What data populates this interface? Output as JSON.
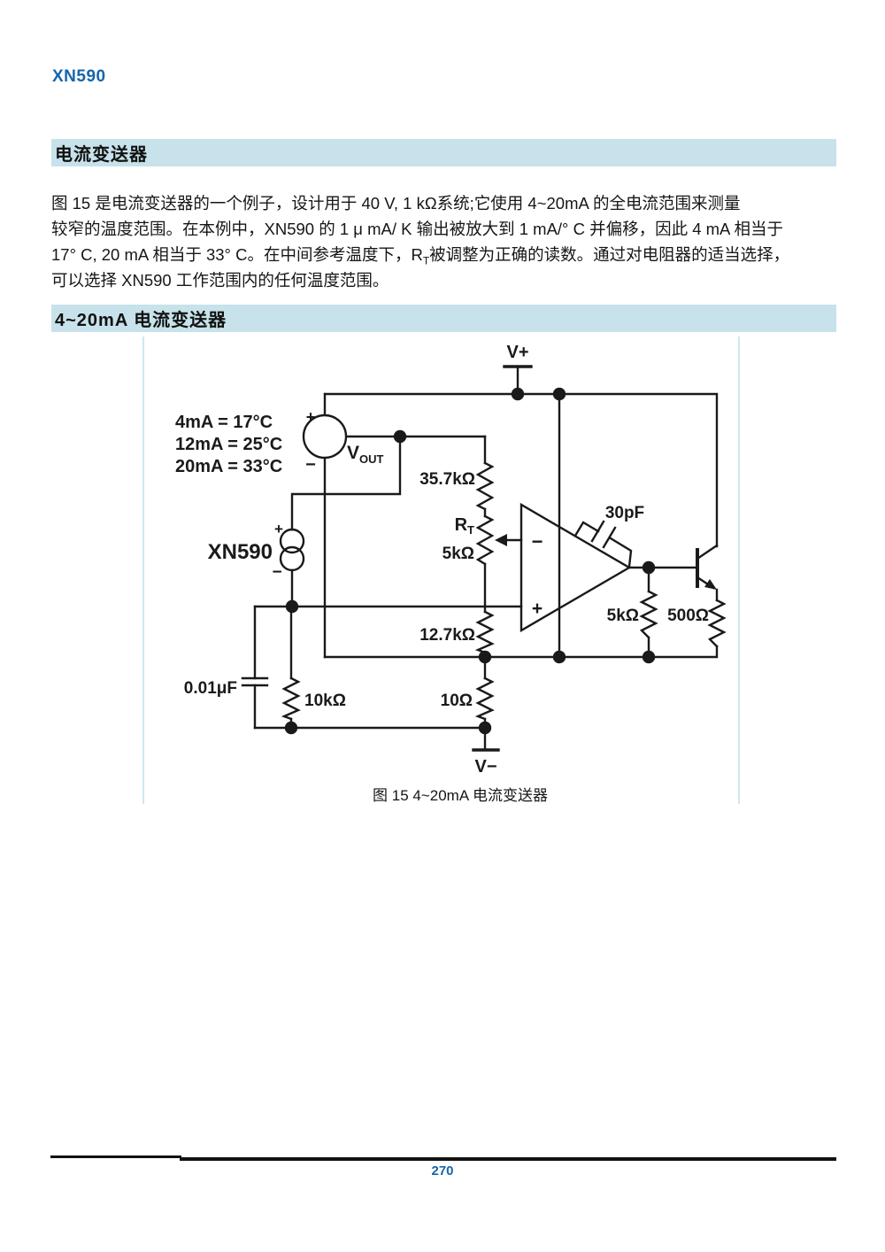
{
  "page": {
    "doc_title": "XN590",
    "page_number": "270"
  },
  "section1": {
    "title": "电流变送器"
  },
  "paragraph": {
    "line1": "图 15 是电流变送器的一个例子，设计用于 40 V, 1 kΩ系统;它使用 4~20mA 的全电流范围来测量",
    "line2": "较窄的温度范围。在本例中，XN590 的 1 μ mA/ K 输出被放大到 1 mA/° C 并偏移，因此 4 mA 相当于",
    "line3a": "17° C, 20 mA 相当于 33° C。在中间参考温度下，R",
    "line3sub": "T",
    "line3b": "被调整为正确的读数。通过对电阻器的适当选择，",
    "line4": "可以选择 XN590 工作范围内的任何温度范围。"
  },
  "section2": {
    "title": "4~20mA 电流变送器"
  },
  "figure": {
    "caption": "图 15 4~20mA 电流变送器",
    "labels": {
      "v_plus": "V+",
      "v_minus": "V−",
      "vout_main": "V",
      "vout_sub": "OUT",
      "source_plus": "+",
      "source_minus": "−",
      "xn590": "XN590",
      "xn590_plus": "+",
      "xn590_minus": "−",
      "cal_line1": "4mA = 17°C",
      "cal_line2": "12mA = 25°C",
      "cal_line3": "20mA = 33°C",
      "r_35_7k": "35.7kΩ",
      "rt_main": "R",
      "rt_sub": "T",
      "rt_value": "5kΩ",
      "r_12_7k": "12.7kΩ",
      "r_10": "10Ω",
      "r_10k": "10kΩ",
      "cap_001uf": "0.01μF",
      "cap_30pf": "30pF",
      "r_5k": "5kΩ",
      "r_500": "500Ω",
      "opamp_minus": "−",
      "opamp_plus": "+"
    }
  },
  "colors": {
    "accent_blue": "#1565ad",
    "header_bar_bg": "#c7e2ea",
    "ink": "#1a1a1a",
    "figure_border": "#cfe8ef"
  }
}
